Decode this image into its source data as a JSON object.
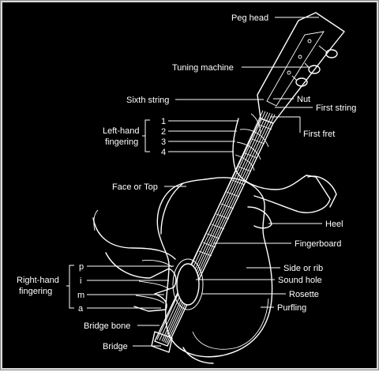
{
  "labels": {
    "peg_head": "Peg head",
    "tuning_machine": "Tuning machine",
    "sixth_string": "Sixth string",
    "nut": "Nut",
    "first_string": "First string",
    "first_fret": "First fret",
    "left_hand_fingering_1": "Left-hand",
    "left_hand_fingering_2": "fingering",
    "lh_1": "1",
    "lh_2": "2",
    "lh_3": "3",
    "lh_4": "4",
    "face_or_top": "Face or Top",
    "heel": "Heel",
    "fingerboard": "Fingerboard",
    "right_hand_fingering_1": "Right-hand",
    "right_hand_fingering_2": "fingering",
    "rh_p": "p",
    "rh_i": "i",
    "rh_m": "m",
    "rh_a": "a",
    "side_or_rib": "Side or rib",
    "sound_hole": "Sound hole",
    "rosette": "Rosette",
    "purfling": "Purfling",
    "bridge_bone": "Bridge bone",
    "bridge": "Bridge"
  }
}
